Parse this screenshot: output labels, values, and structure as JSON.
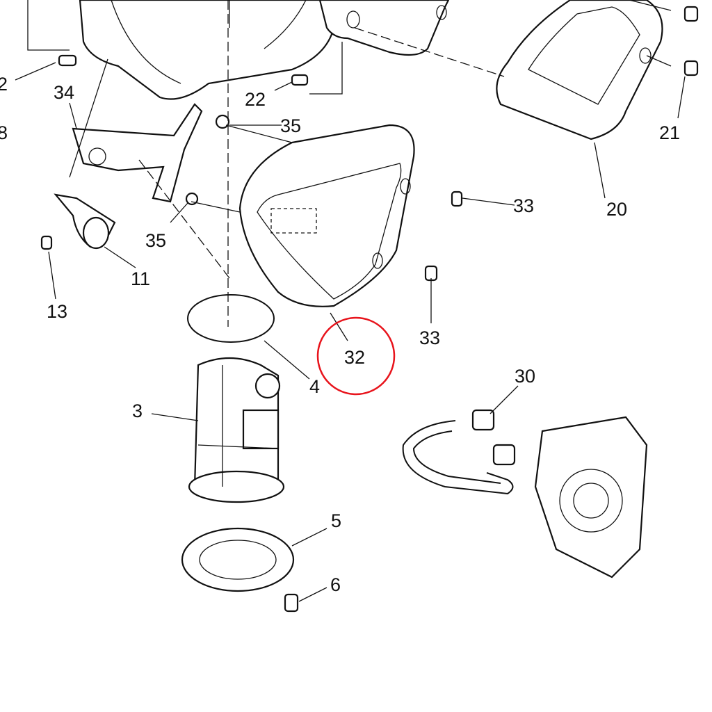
{
  "diagram": {
    "highlight_color": "#e8141c",
    "highlighted_part": "32",
    "labels": {
      "p2": "2",
      "p34": "34",
      "p8": "8",
      "p22": "22",
      "p35a": "35",
      "p21": "21",
      "p20": "20",
      "p33a": "33",
      "p35b": "35",
      "p11": "11",
      "p13": "13",
      "p33b": "33",
      "p32": "32",
      "p4": "4",
      "p3": "3",
      "p30": "30",
      "p5": "5",
      "p6": "6"
    }
  }
}
